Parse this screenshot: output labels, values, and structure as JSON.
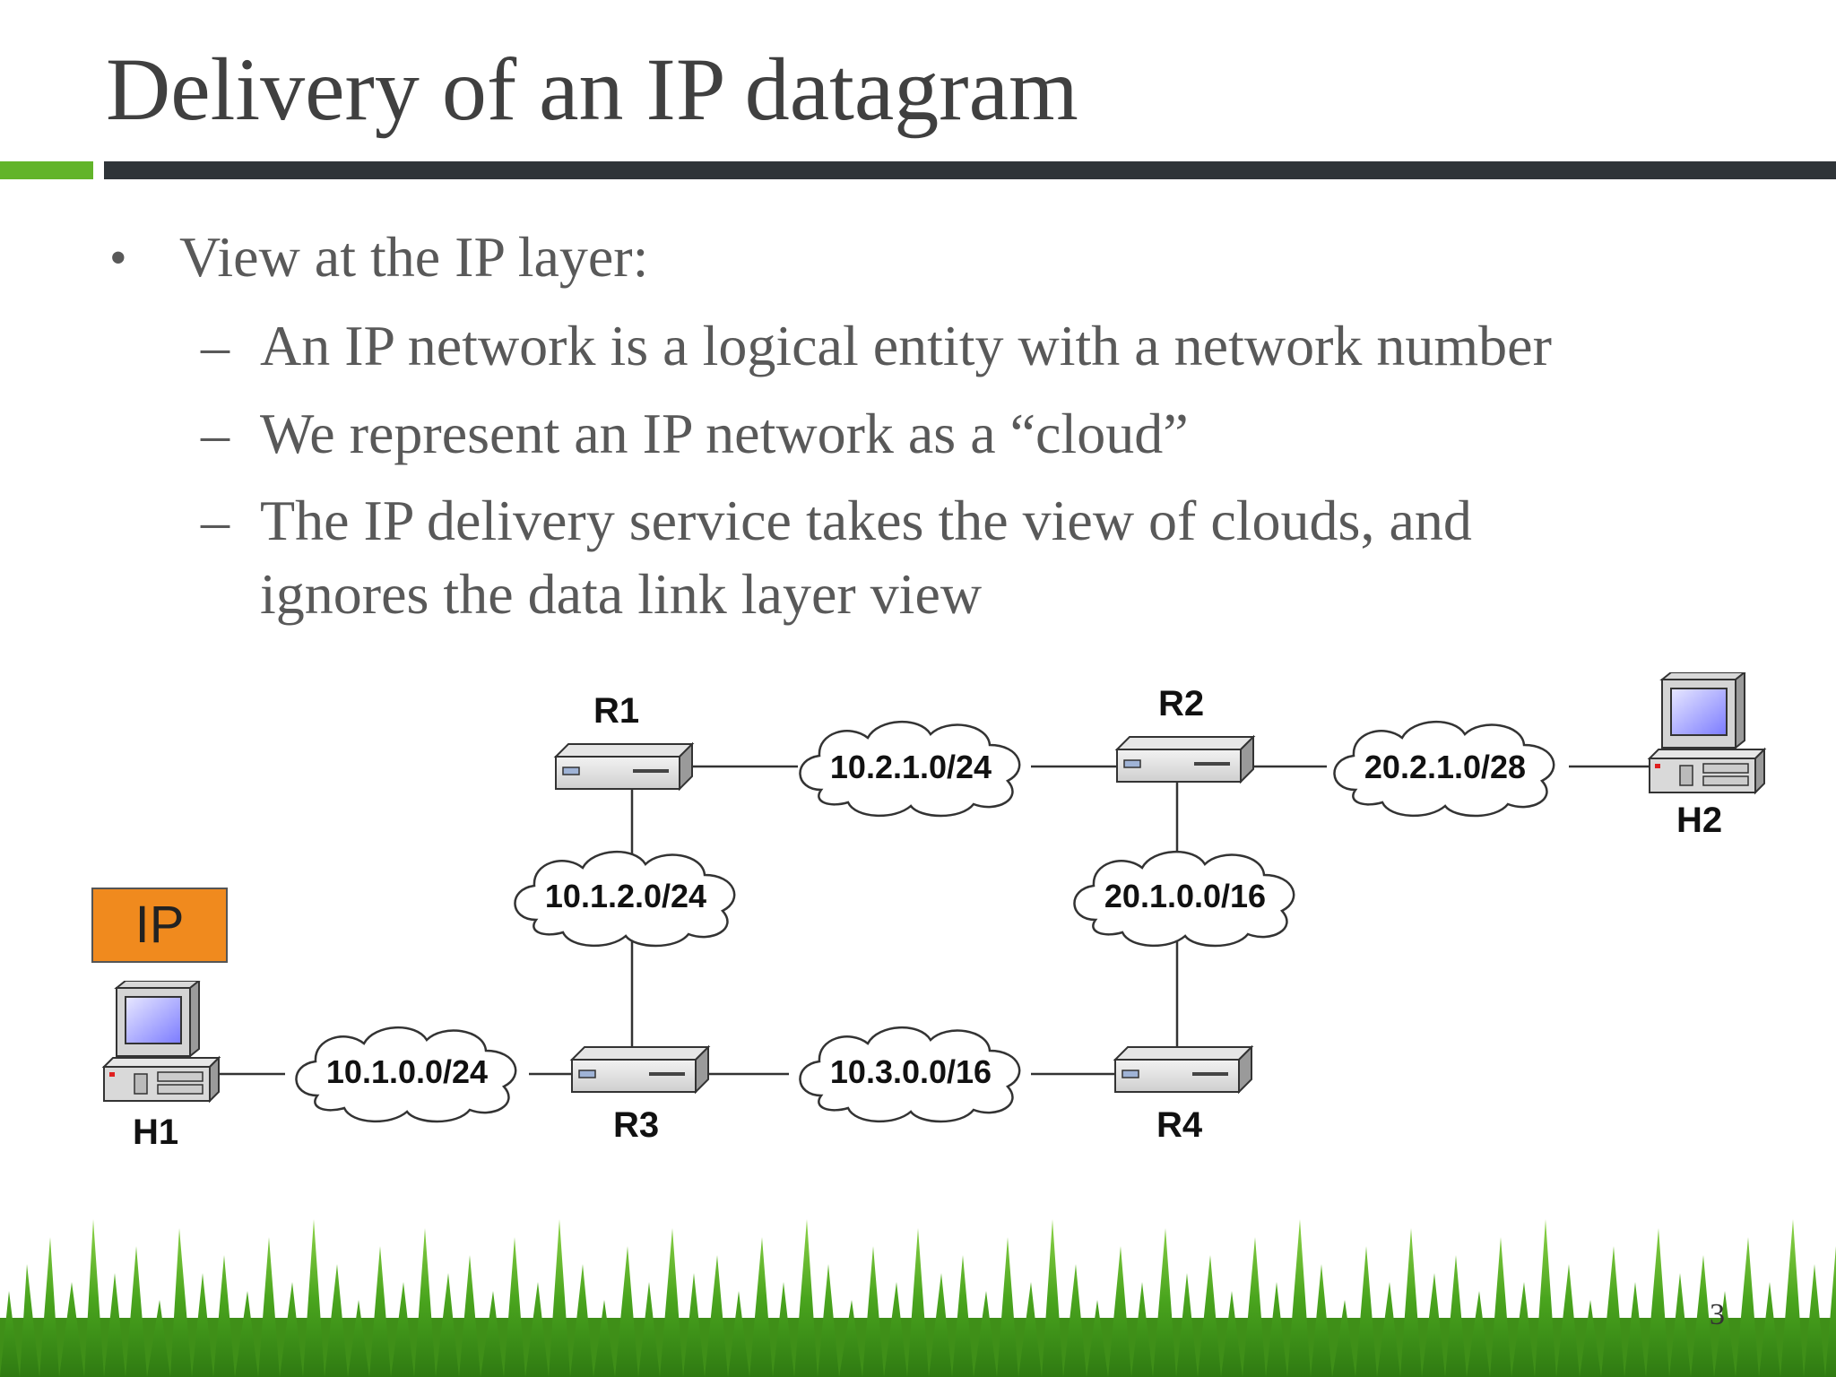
{
  "slide": {
    "title": "Delivery of an IP datagram",
    "bullet": "View at the IP layer:",
    "sub_bullets": [
      "An IP network is a logical entity with a network number",
      "We represent an IP network as a “cloud”",
      "The IP delivery service takes the view of clouds, and",
      "ignores the data link layer view"
    ],
    "page_number": "3"
  },
  "diagram": {
    "layer_label": "IP",
    "hosts": {
      "h1": "H1",
      "h2": "H2"
    },
    "routers": {
      "r1": "R1",
      "r2": "R2",
      "r3": "R3",
      "r4": "R4"
    },
    "networks": {
      "n_r1_r2": "10.2.1.0/24",
      "n_r2_h2": "20.2.1.0/28",
      "n_r1_r3": "10.1.2.0/24",
      "n_r2_r4": "20.1.0.0/16",
      "n_h1_r3": "10.1.0.0/24",
      "n_r3_r4": "10.3.0.0/16"
    }
  },
  "colors": {
    "accent_green": "#62b42a",
    "title_bar": "#2f3438",
    "ip_box": "#f08a1e"
  }
}
